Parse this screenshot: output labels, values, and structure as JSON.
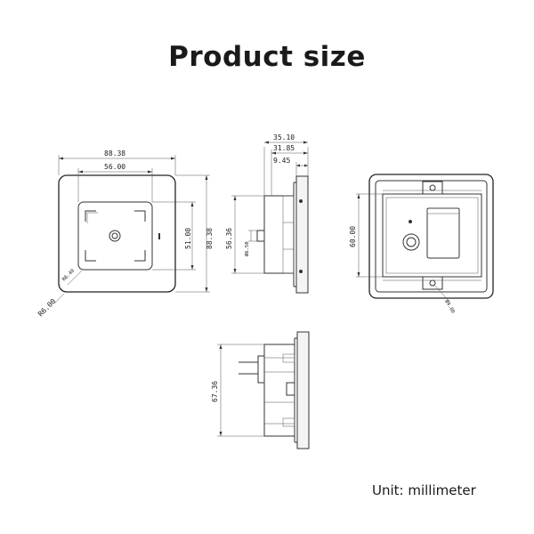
{
  "title": "Product size",
  "unit_label": "Unit: millimeter",
  "front_view": {
    "width_outer": "88.38",
    "width_inner": "56.00",
    "height_inner": "51.00",
    "height_outer": "88.38",
    "corner_radius": "R6.00",
    "small_radius": "R6.40"
  },
  "side_view": {
    "depth_total": "35.10",
    "depth_mid": "31.85",
    "depth_front": "9.45",
    "body_height": "56.36",
    "knob_dia": "Ø6.50"
  },
  "back_view": {
    "mount_height": "60.00",
    "hole_dia": "Ø4.00"
  },
  "bottom_view": {
    "height": "67.36"
  }
}
